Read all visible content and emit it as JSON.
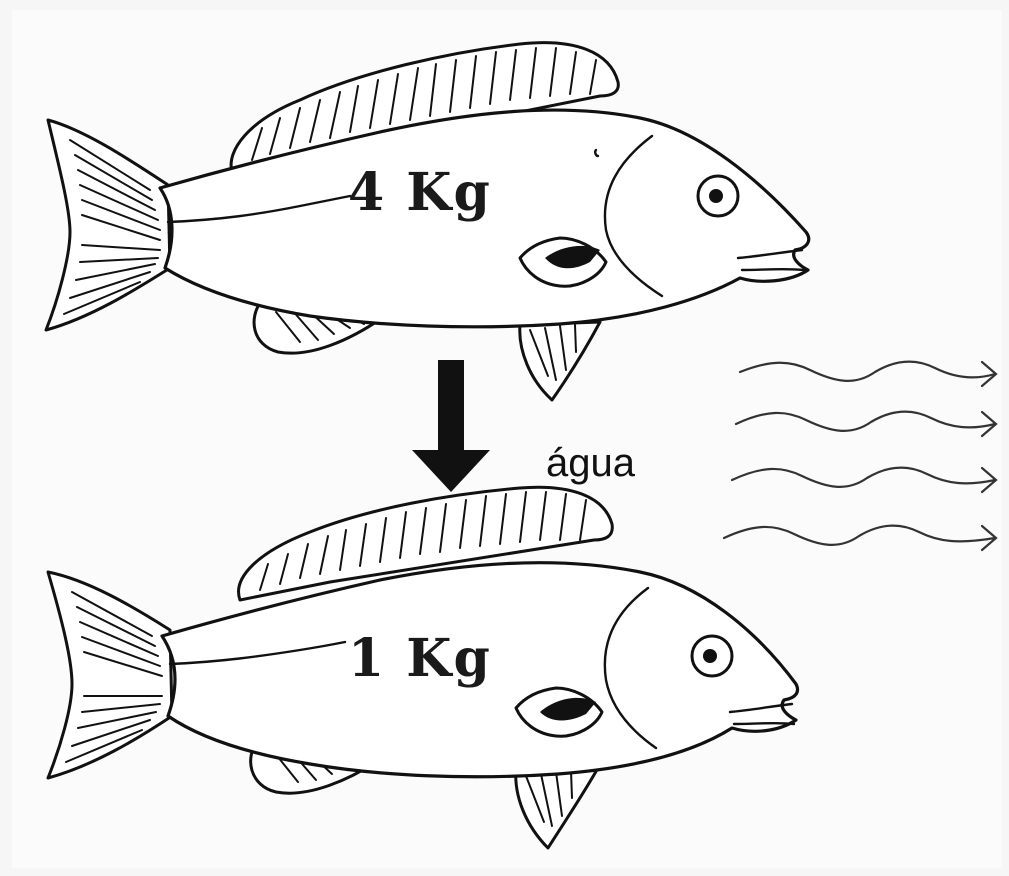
{
  "fish_top": {
    "weight_label": "4 Kg"
  },
  "fish_bottom": {
    "weight_label": "1 Kg"
  },
  "water_label": "água",
  "icons": {
    "arrow": "down-arrow-icon",
    "waves": "wavy-arrows-icon"
  },
  "colors": {
    "ink": "#111111",
    "paper": "#fbfbfb"
  }
}
